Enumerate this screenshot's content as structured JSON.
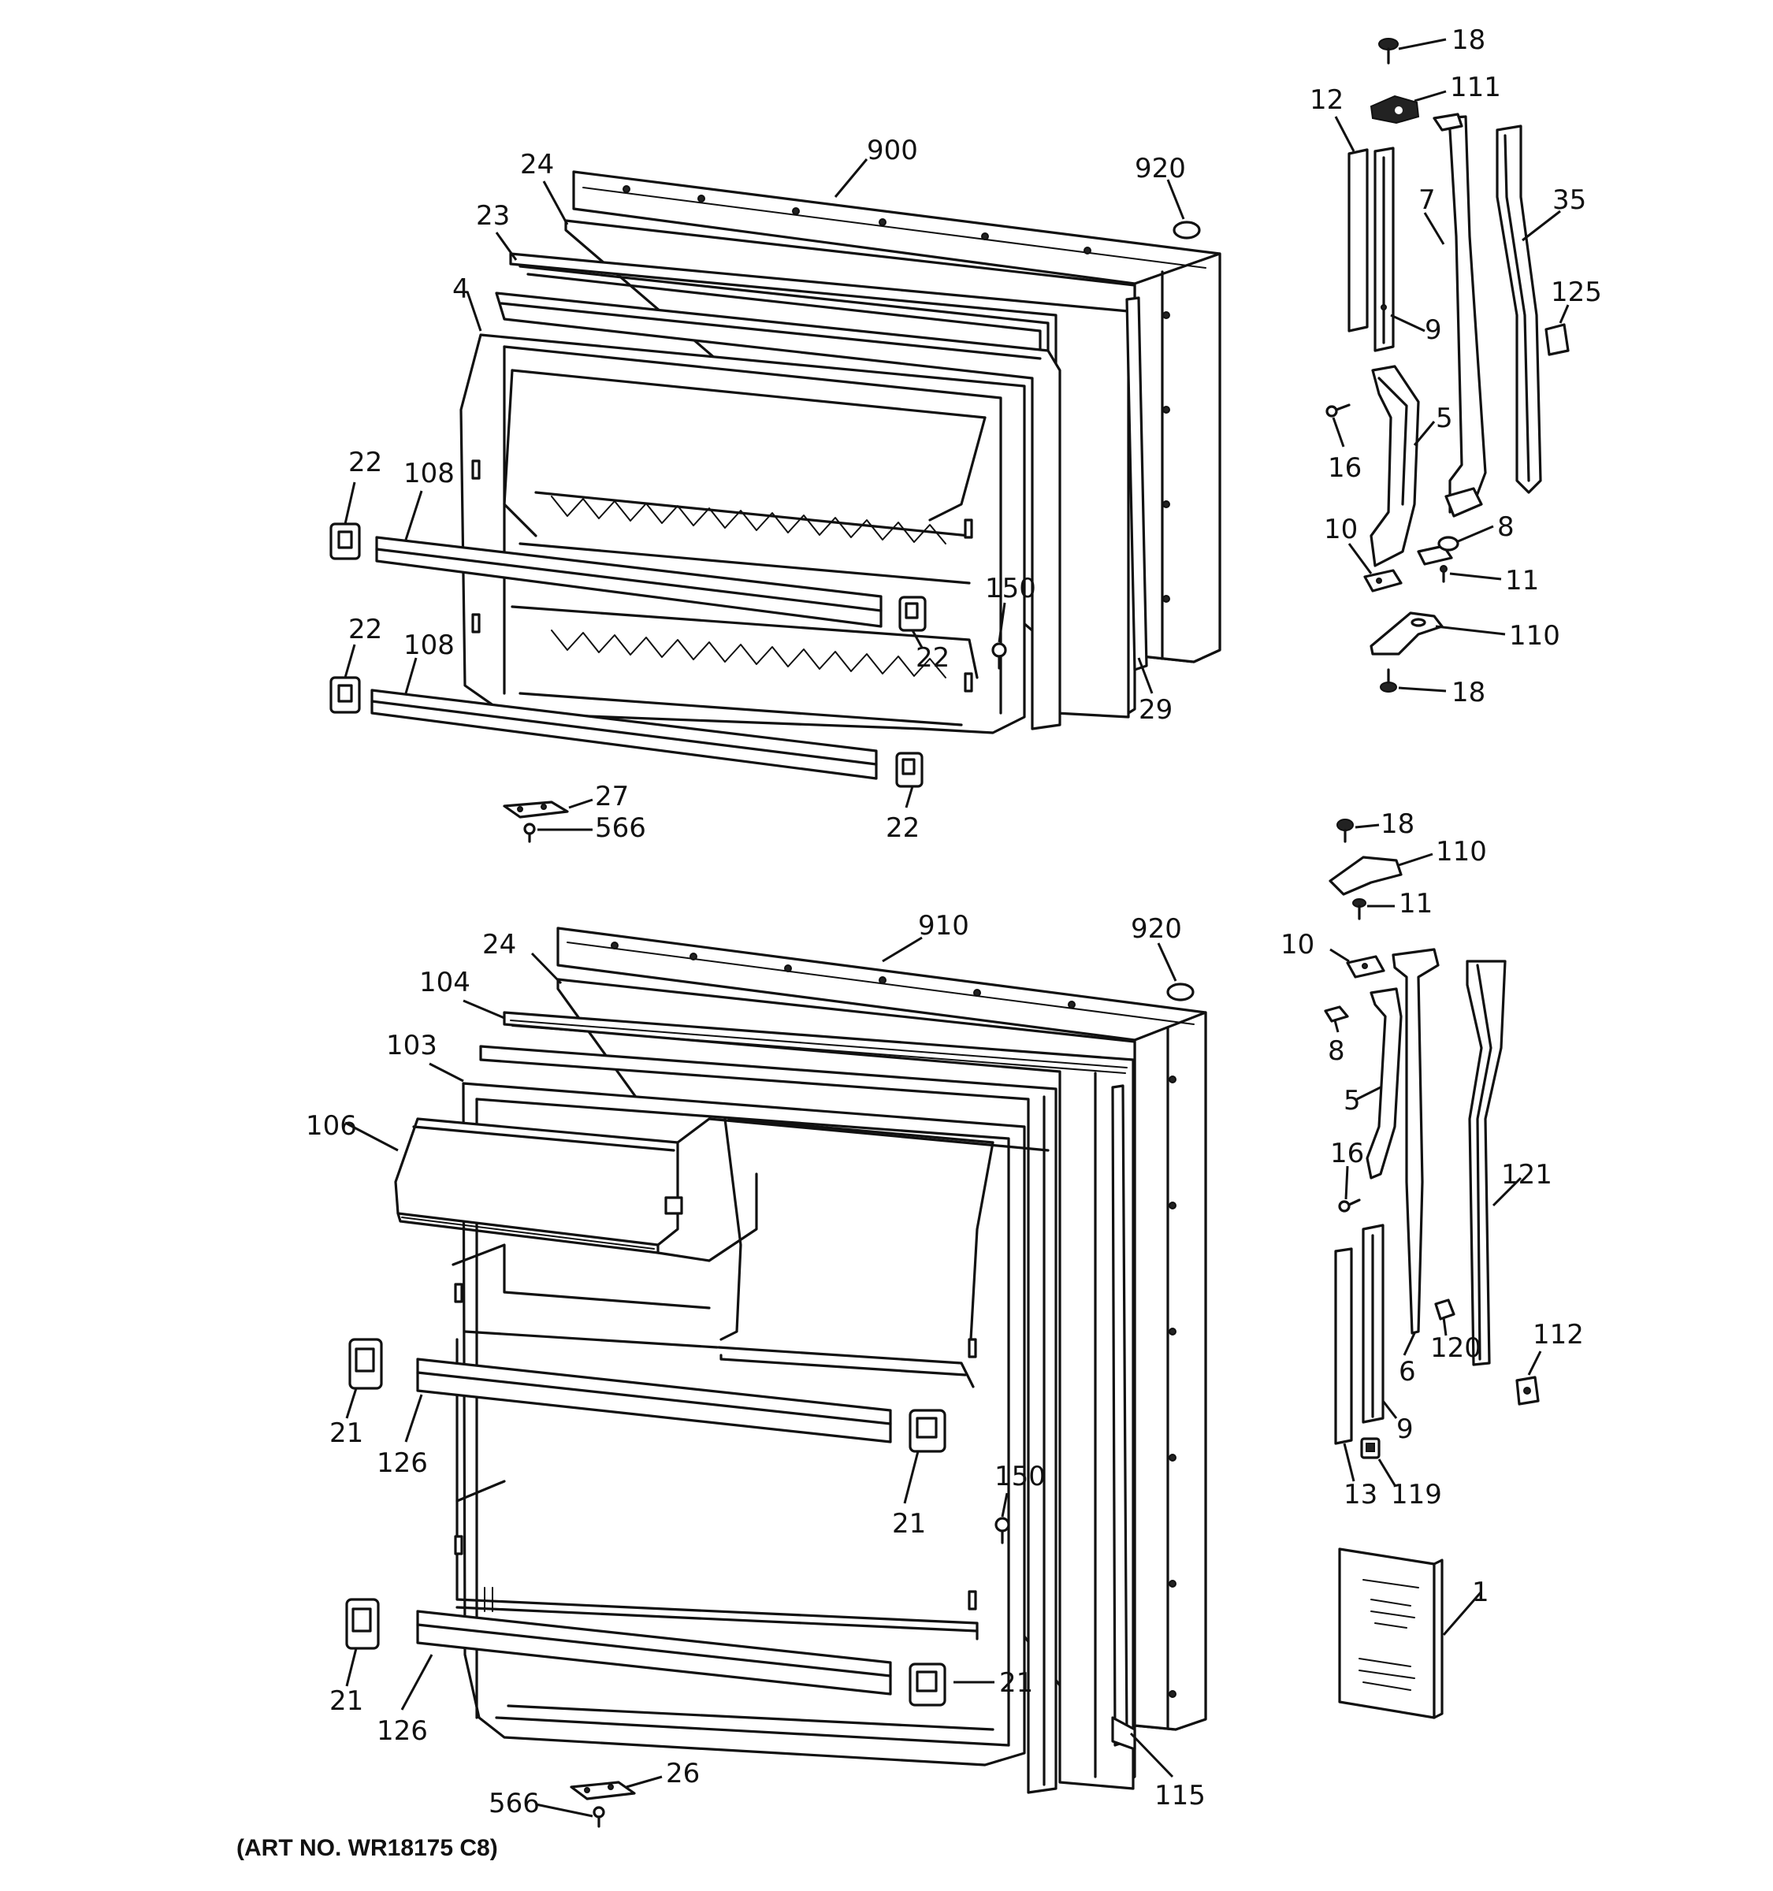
{
  "art_number": "(ART NO. WR18175 C8)",
  "freezer_door": {
    "callouts": {
      "door_assembly": "900",
      "plug_top": "920",
      "gasket_top": "24",
      "gasket_mid": "23",
      "inner_liner": "4",
      "shelf_upper": "108",
      "shelf_lower": "108",
      "bracket_ul": "22",
      "bracket_ur": "22",
      "bracket_ll": "22",
      "bracket_lr": "22",
      "screw": "150",
      "strip": "29",
      "hinge_plate": "27",
      "hinge_screw": "566"
    }
  },
  "fresh_food_door": {
    "callouts": {
      "door_assembly": "910",
      "plug_top": "920",
      "gasket_top": "24",
      "gasket_mid": "104",
      "inner_liner": "103",
      "dairy_door": "106",
      "shelf_upper": "126",
      "shelf_lower": "126",
      "bracket_ul": "21",
      "bracket_ur": "21",
      "bracket_ll": "21",
      "bracket_lr": "21",
      "screw": "150",
      "strip": "115",
      "hinge_plate": "26",
      "hinge_screw": "566"
    }
  },
  "freezer_handle_parts": {
    "callouts": {
      "top_screw": "18",
      "top_cap": "111",
      "trim_left": "12",
      "trim_right": "9",
      "handle_bar": "7",
      "handle_trim": "35",
      "end_cap": "125",
      "handle_screw": "16",
      "handle": "5",
      "base_left": "10",
      "base_right": "8",
      "base_screw": "11",
      "hinge": "110",
      "bottom_screw": "18"
    }
  },
  "fresh_food_handle_parts": {
    "callouts": {
      "top_screw": "18",
      "hinge": "110",
      "hinge_screw": "11",
      "cap_left": "10",
      "clip": "8",
      "handle": "5",
      "handle_screw": "16",
      "handle_trim": "121",
      "plug": "120",
      "handle_bar": "6",
      "end_cap": "112",
      "trim_left": "13",
      "trim_right": "9",
      "clip_bottom": "119",
      "manual": "1"
    }
  }
}
